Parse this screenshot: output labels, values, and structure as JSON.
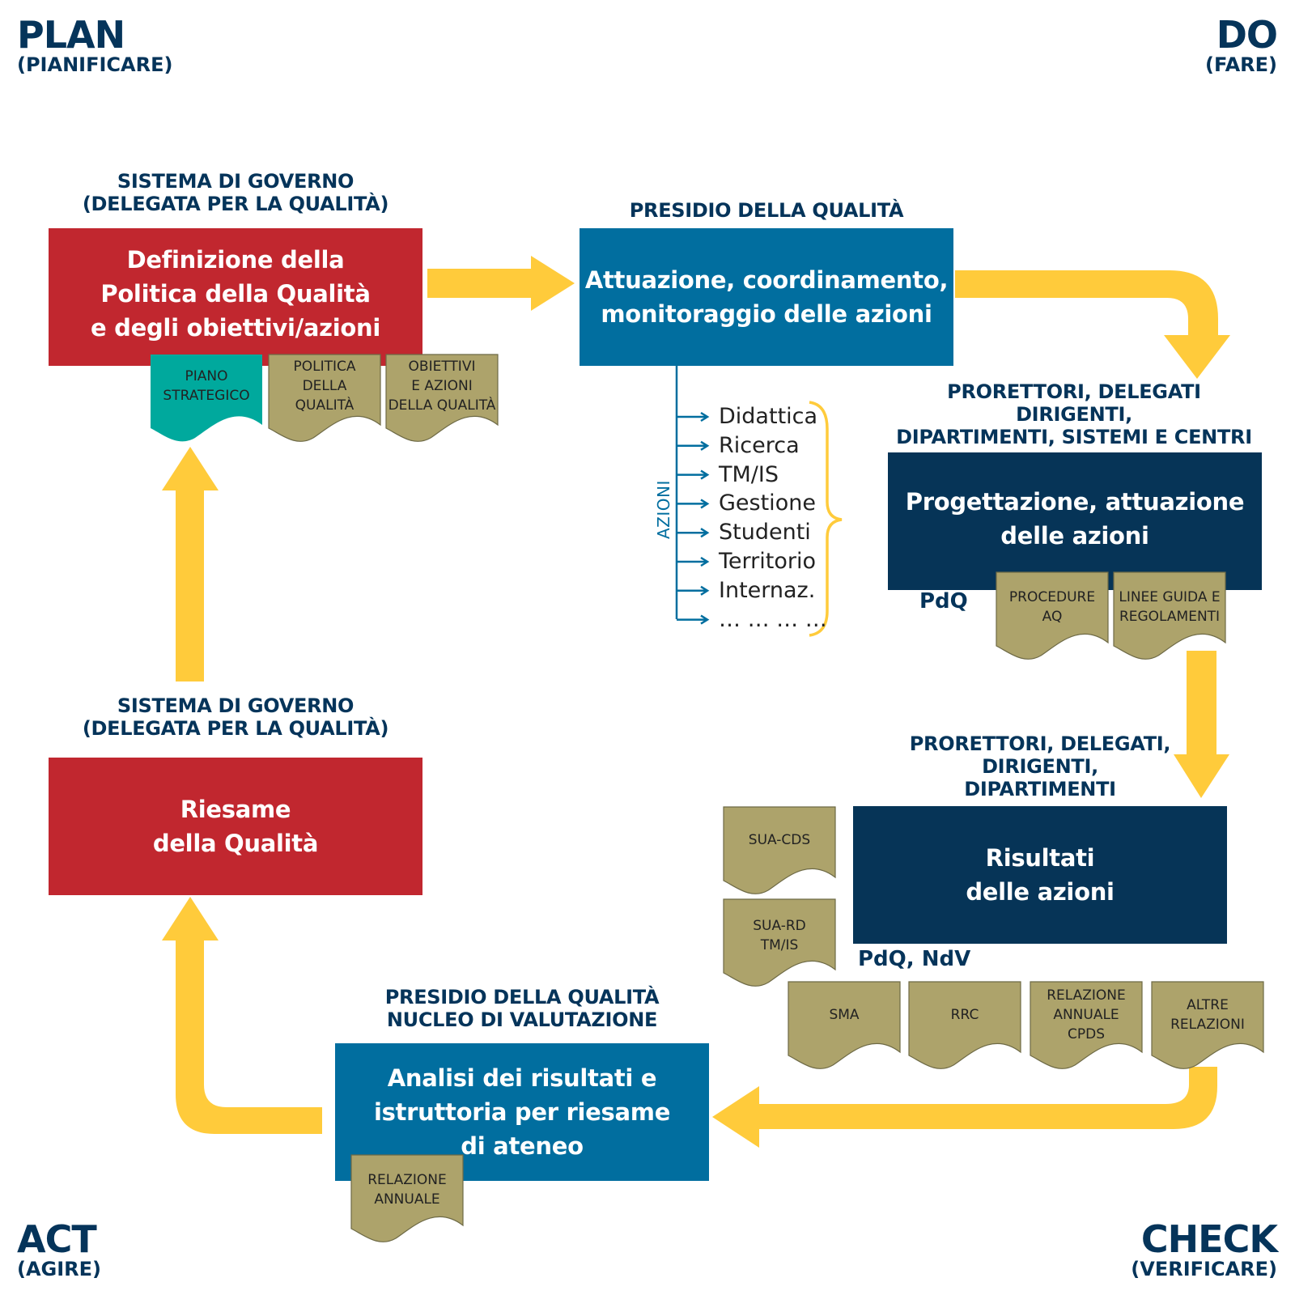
{
  "corners": {
    "plan": {
      "title": "PLAN",
      "subtitle": "(PIANIFICARE)"
    },
    "do": {
      "title": "DO",
      "subtitle": "(FARE)"
    },
    "act": {
      "title": "ACT",
      "subtitle": "(AGIRE)"
    },
    "check": {
      "title": "CHECK",
      "subtitle": "(VERIFICARE)"
    }
  },
  "colors": {
    "arrow": "#ffcb3b",
    "red_box": "#c1272f",
    "blue_box": "#016e9f",
    "navy_box": "#063457",
    "doc_khaki": "#ada36b",
    "doc_teal": "#00a99d",
    "text_navy": "#05345a"
  },
  "blocks": {
    "definizione": {
      "actor_lines": [
        "SISTEMA DI GOVERNO",
        "(DELEGATA PER LA QUALITÀ)"
      ],
      "lines": [
        "Definizione della",
        "Politica della Qualità",
        "e degli obiettivi/azioni"
      ],
      "docs": [
        {
          "lines": [
            "PIANO",
            "STRATEGICO"
          ],
          "color": "teal"
        },
        {
          "lines": [
            "POLITICA",
            "DELLA",
            "QUALITÀ"
          ],
          "color": "khaki"
        },
        {
          "lines": [
            "OBIETTIVI",
            "E AZIONI",
            "DELLA QUALITÀ"
          ],
          "color": "khaki"
        }
      ]
    },
    "attuazione": {
      "actor_lines": [
        "PRESIDIO DELLA QUALITÀ"
      ],
      "lines": [
        "Attuazione, coordinamento,",
        "monitoraggio delle azioni"
      ],
      "azioni_label": "AZIONI",
      "azioni": [
        "Didattica",
        "Ricerca",
        "TM/IS",
        "Gestione",
        "Studenti",
        "Territorio",
        "Internaz.",
        "… … … …"
      ]
    },
    "progettazione": {
      "actor_lines": [
        "PRORETTORI, DELEGATI",
        "DIRIGENTI,",
        "DIPARTIMENTI, SISTEMI E CENTRI"
      ],
      "lines": [
        "Progettazione, attuazione",
        "delle azioni"
      ],
      "tag": "PdQ",
      "docs": [
        {
          "lines": [
            "PROCEDURE",
            "AQ"
          ]
        },
        {
          "lines": [
            "LINEE GUIDA E",
            "REGOLAMENTI"
          ]
        }
      ]
    },
    "risultati": {
      "actor_lines": [
        "PRORETTORI, DELEGATI,",
        "DIRIGENTI,",
        "DIPARTIMENTI"
      ],
      "lines": [
        "Risultati",
        "delle azioni"
      ],
      "tag": "PdQ, NdV",
      "side_docs": [
        {
          "lines": [
            "SUA-CDS"
          ]
        },
        {
          "lines": [
            "SUA-RD",
            "TM/IS"
          ]
        }
      ],
      "docs": [
        {
          "lines": [
            "SMA"
          ]
        },
        {
          "lines": [
            "RRC"
          ]
        },
        {
          "lines": [
            "RELAZIONE",
            "ANNUALE",
            "CPDS"
          ]
        },
        {
          "lines": [
            "ALTRE",
            "RELAZIONI"
          ]
        }
      ]
    },
    "analisi": {
      "actor_lines": [
        "PRESIDIO DELLA QUALITÀ",
        "NUCLEO DI VALUTAZIONE"
      ],
      "lines": [
        "Analisi dei risultati e",
        "istruttoria per riesame",
        "di ateneo"
      ],
      "docs": [
        {
          "lines": [
            "RELAZIONE",
            "ANNUALE"
          ]
        }
      ]
    },
    "riesame": {
      "actor_lines": [
        "SISTEMA DI GOVERNO",
        "(DELEGATA PER LA QUALITÀ)"
      ],
      "lines": [
        "Riesame",
        "della Qualità"
      ]
    }
  }
}
